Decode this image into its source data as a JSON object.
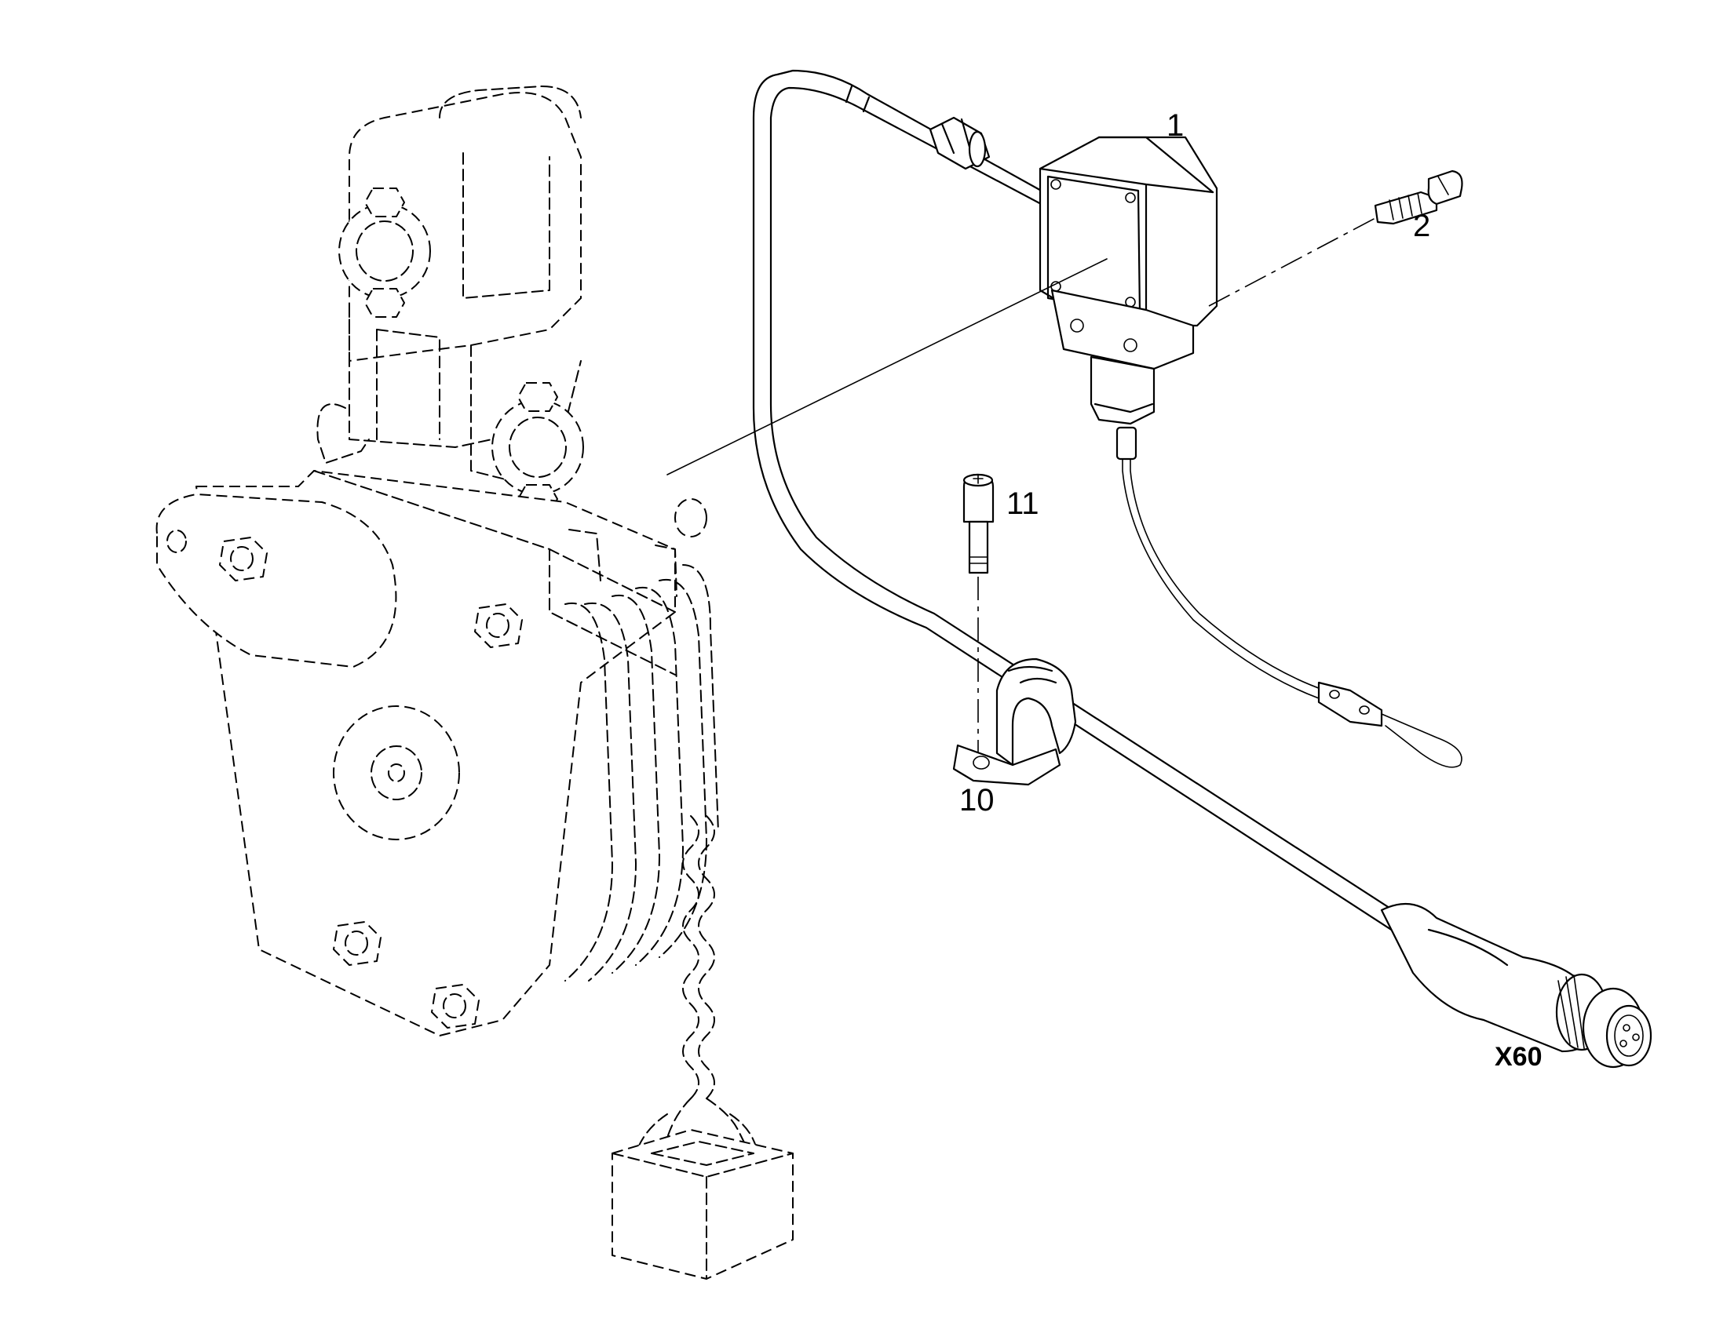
{
  "callouts": {
    "part_1": "1",
    "part_2": "2",
    "part_10": "10",
    "part_11": "11",
    "connector_x60": "X60"
  }
}
